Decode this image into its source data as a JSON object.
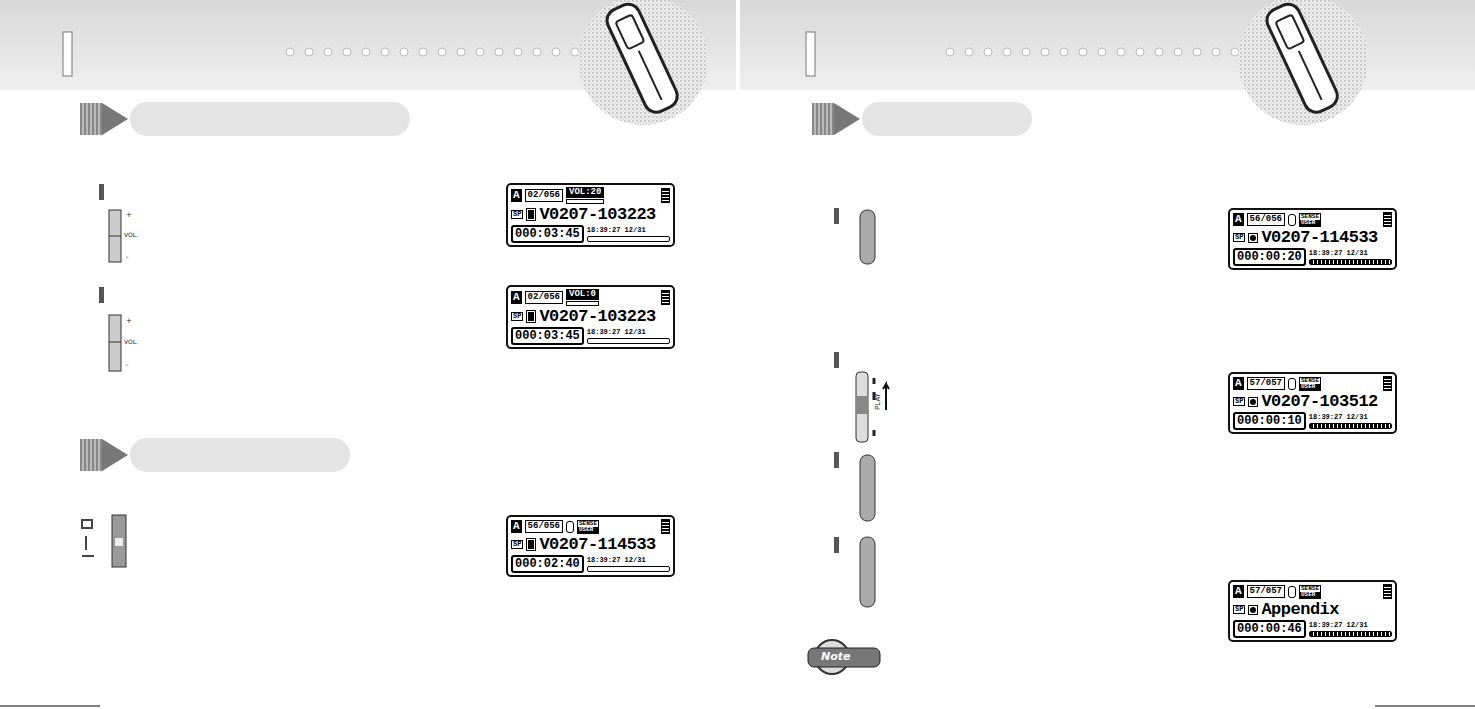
{
  "diagram": {
    "nodes": [
      {
        "text": [
          "A",
          "02/056",
          "VOL:20",
          "SP",
          "V0207-103223",
          "000:03:45",
          "18:39:27 12/31"
        ]
      },
      {
        "text": [
          "A",
          "02/056",
          "VOL:0",
          "SP",
          "V0207-103223",
          "000:03:45",
          "18:39:27 12/31"
        ]
      },
      {
        "text": [
          "A",
          "56/056",
          "SENSE",
          "USER",
          "SP",
          "V0207-114533",
          "000:02:40",
          "18:39:27 12/31"
        ]
      },
      {
        "text": [
          "A",
          "56/056",
          "SENSE",
          "USER",
          "SP",
          "V0207-114533",
          "000:00:20",
          "18:39:27 12/31"
        ]
      },
      {
        "text": [
          "A",
          "57/057",
          "SENSE",
          "USER",
          "SP",
          "V0207-103512",
          "000:00:10",
          "18:39:27 12/31"
        ]
      },
      {
        "text": [
          "A",
          "57/057",
          "SENSE",
          "USER",
          "SP",
          "Appendix",
          "000:00:46",
          "18:39:27 12/31"
        ]
      }
    ],
    "edges": [],
    "labels": [
      "+",
      "VOL.",
      "-",
      "+",
      "VOL.",
      "-",
      "PLAY",
      "Note"
    ]
  }
}
